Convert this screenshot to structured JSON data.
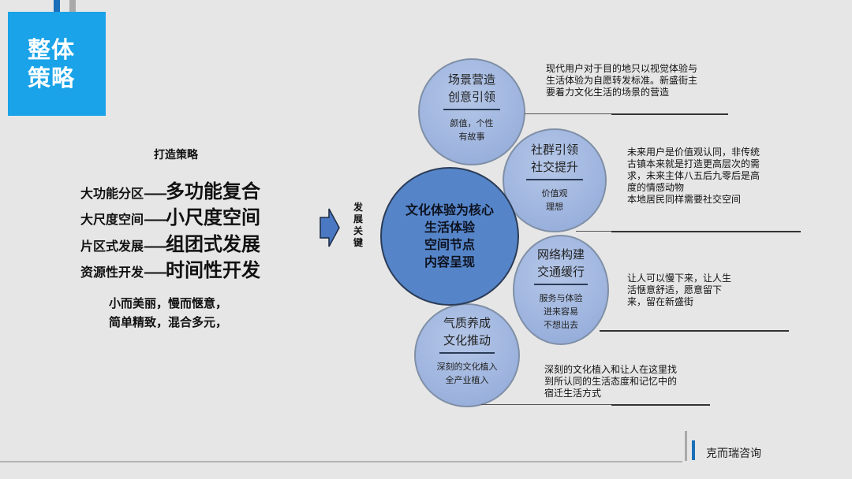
{
  "header": {
    "title_line1": "整体",
    "title_line2": "策略",
    "accent_color": "#1aa3e8"
  },
  "strategy": {
    "heading": "打造策略",
    "rows": [
      {
        "from": "大功能分区",
        "dash": "——",
        "to": "多功能复合"
      },
      {
        "from": "大尺度空间",
        "dash": "——",
        "to": "小尺度空间"
      },
      {
        "from": "片区式发展",
        "dash": "——",
        "to": "组团式发展"
      },
      {
        "from": "资源性开发",
        "dash": "——",
        "to": "时间性开发"
      }
    ],
    "slogan_line1": "小而美丽，慢而惬意，",
    "slogan_line2": "简单精致，混合多元，"
  },
  "arrow": {
    "icon": "right-arrow-icon",
    "label": "发展关键",
    "color": "#4a78c2"
  },
  "core": {
    "lines": [
      "文化体验为核心",
      "生活体验",
      "空间节点",
      "内容呈现"
    ],
    "color": "#5585c8"
  },
  "nodes": [
    {
      "title1": "场景营造",
      "title2": "创意引领",
      "sub1": "颜值，个性",
      "sub2": "有故事",
      "desc": [
        "现代用户对于目的地只以视觉体验与",
        "生活体验为自愿转发标准。新盛街主",
        "要着力文化生活的场景的营造"
      ]
    },
    {
      "title1": "社群引领",
      "title2": "社交提升",
      "sub1": "价值观",
      "sub2": "理想",
      "desc": [
        "未来用户是价值观认同，非传统",
        "古镇本来就是打造更高层次的需",
        "求，未来主体八五后九零后是高",
        "度的情感动物",
        "本地居民同样需要社交空间"
      ]
    },
    {
      "title1": "网络构建",
      "title2": "交通缓行",
      "sub1": "服务与体验",
      "sub2": "进来容易",
      "sub3": "不想出去",
      "desc": [
        "让人可以慢下来，让人生",
        "活惬意舒适，愿意留下",
        "来，留在新盛街"
      ]
    },
    {
      "title1": "气质养成",
      "title2": "文化推动",
      "sub1": "深刻的文化植入",
      "sub2": "全产业植入",
      "desc": [
        "深刻的文化植入和让人在这里找",
        "到所认同的生活态度和记忆中的",
        "宿迁生活方式"
      ]
    }
  ],
  "footer": {
    "brand": "克而瑞咨询"
  }
}
